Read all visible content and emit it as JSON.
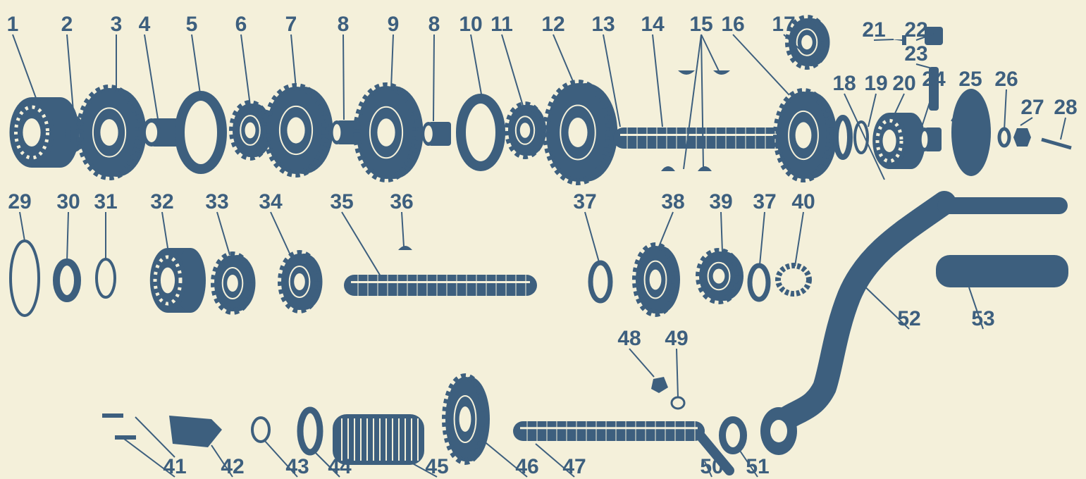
{
  "diagram": {
    "ink_color": "#3d5f7e",
    "background_color": "#f4f0da",
    "callout_labels": [
      "1",
      "2",
      "3",
      "4",
      "5",
      "6",
      "7",
      "8",
      "9",
      "8",
      "10",
      "11",
      "12",
      "13",
      "14",
      "15",
      "16",
      "17",
      "18",
      "19",
      "20",
      "21",
      "22",
      "23",
      "24",
      "25",
      "26",
      "27",
      "28",
      "29",
      "30",
      "31",
      "32",
      "33",
      "34",
      "35",
      "36",
      "37",
      "38",
      "39",
      "37",
      "40",
      "41",
      "42",
      "43",
      "44",
      "45",
      "46",
      "47",
      "48",
      "49",
      "50",
      "51",
      "52",
      "53"
    ]
  }
}
